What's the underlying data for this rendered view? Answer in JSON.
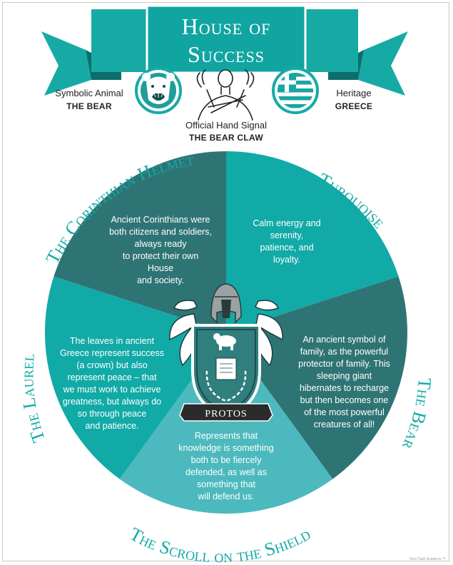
{
  "header": {
    "title_line1": "House of",
    "title_line2": "Success",
    "animal_label": "Symbolic Animal",
    "animal_value": "THE BEAR",
    "signal_label": "Official Hand Signal",
    "signal_value": "THE BEAR CLAW",
    "heritage_label": "Heritage",
    "heritage_value": "GREECE"
  },
  "segments": {
    "helmet": {
      "title": "The Corinthian Helmet",
      "text": [
        "Ancient Corinthians were",
        "both citizens and soldiers,",
        "always ready",
        "to protect their own",
        "House",
        "and society."
      ]
    },
    "turquoise": {
      "title": "Turquoise",
      "text": [
        "Calm energy and",
        "serenity,",
        "patience, and",
        "loyalty."
      ]
    },
    "bear": {
      "title": "The Bear",
      "text": [
        "An ancient symbol of",
        "family, as the powerful",
        "protector of family. This",
        "sleeping giant",
        "hibernates to recharge",
        "but then becomes one",
        "of the most powerful",
        "creatures of all!"
      ]
    },
    "scroll": {
      "title": "The Scroll on the Shield",
      "text": [
        "Represents that",
        "knowledge is something",
        "both to be fiercely",
        "defended, as well as",
        "something that",
        "will defend us."
      ]
    },
    "laurel": {
      "title": "The Laurel",
      "text": [
        "The leaves in ancient",
        "Greece represent success",
        "(a crown) but also",
        "represent peace – that",
        "we must work to achieve",
        "greatness, but always do",
        "so through peace",
        "and patience."
      ]
    }
  },
  "crest": {
    "name": "PROTOS"
  },
  "footer": "Ron Clark Academy ™",
  "colors": {
    "dark": "#2f7474",
    "teal": "#11aaa7",
    "light": "#4cb9be",
    "banner": "#17aaa5",
    "banner_dark": "#0b6e6c"
  }
}
